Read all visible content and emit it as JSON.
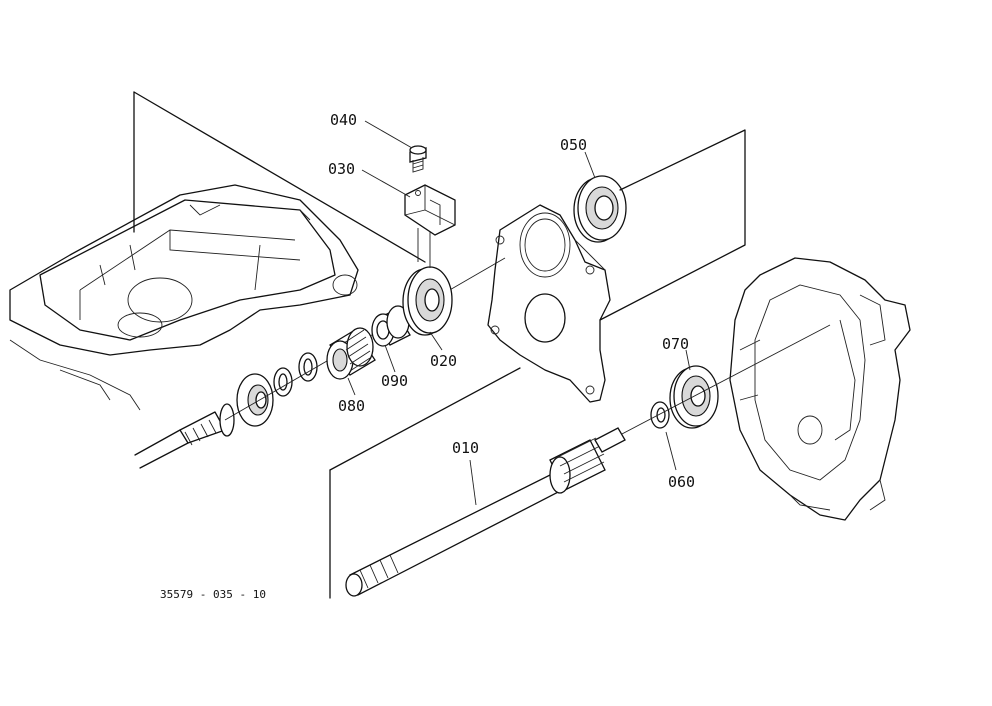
{
  "parts": [
    {
      "id": "shaft",
      "label": "010"
    },
    {
      "id": "bearing-020",
      "label": "020"
    },
    {
      "id": "bracket",
      "label": "030"
    },
    {
      "id": "bolt",
      "label": "040"
    },
    {
      "id": "bearing-050",
      "label": "050"
    },
    {
      "id": "washer",
      "label": "060"
    },
    {
      "id": "bearing-070",
      "label": "070"
    },
    {
      "id": "needle-bearing",
      "label": "080"
    },
    {
      "id": "collar",
      "label": "090"
    }
  ],
  "reference": "35579 - 035 - 10"
}
